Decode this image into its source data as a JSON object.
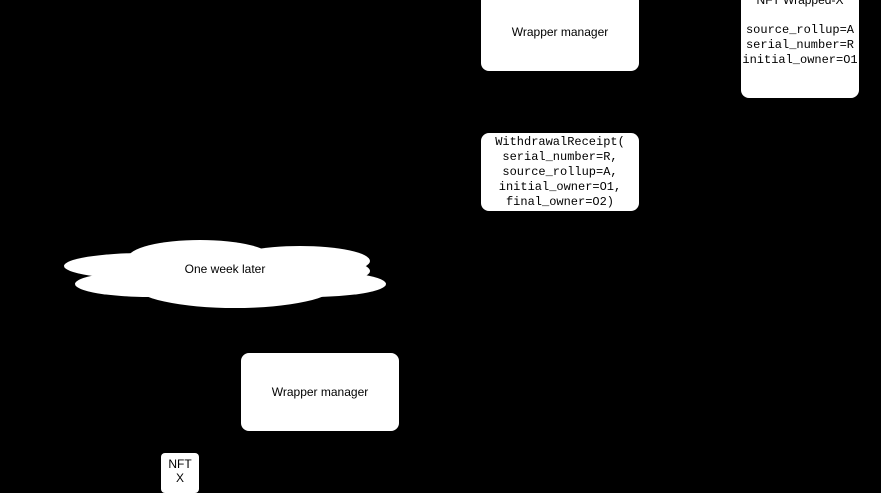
{
  "wrapper_manager_top": {
    "label": "Wrapper manager"
  },
  "nft_wrapped": {
    "title": "NFT Wrapped-X",
    "lines": [
      "source_rollup=A",
      "serial_number=R",
      "initial_owner=O1"
    ]
  },
  "withdrawal_receipt": {
    "lines": [
      "WithdrawalReceipt(",
      "serial_number=R,",
      "source_rollup=A,",
      "initial_owner=O1,",
      "final_owner=O2)"
    ]
  },
  "cloud": {
    "label": "One week later"
  },
  "wrapper_manager_bottom": {
    "label": "Wrapper manager"
  },
  "nft_x": {
    "lines": [
      "NFT",
      "X"
    ]
  }
}
